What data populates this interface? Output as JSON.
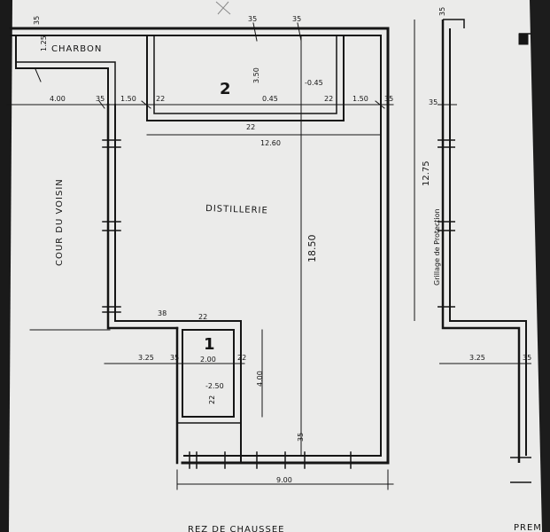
{
  "labels": {
    "charbon": "CHARBON",
    "distillerie": "DISTILLERIE",
    "cour_voisin": "COUR DU VOISIN",
    "grillage": "Grillage de Protection",
    "room_2": "2",
    "room_1": "1",
    "footer_left": "REZ DE CHAUSSEE",
    "footer_right": "PREM"
  },
  "dimensions": {
    "top_35_a": "35",
    "top_35_b": "35",
    "top_35_left": "35",
    "d_125": "1.25",
    "d_400": "4.00",
    "d_35_mid": "35",
    "d_150_left": "1.50",
    "d_22_a": "22",
    "d_350": "3.50",
    "d_045_neg": "-0.45",
    "d_045": "0.45",
    "d_22_b": "22",
    "d_150_right": "1.50",
    "d_35_right": "35",
    "d_22_c": "22",
    "d_1260": "12.60",
    "d_1850": "18.50",
    "d_38": "38",
    "d_22_d": "22",
    "d_325": "3.25",
    "d_35_low": "35",
    "d_200": "2.00",
    "d_22_e": "22",
    "d_400_v": "4.00",
    "d_250_neg": "-2.50",
    "d_22_f": "22",
    "d_35_bottom": "35",
    "d_900": "9.00",
    "r_35_top": "35",
    "r_1275": "12.75",
    "r_35_left": "35",
    "r_325": "3.25",
    "r_35_low": "35"
  }
}
